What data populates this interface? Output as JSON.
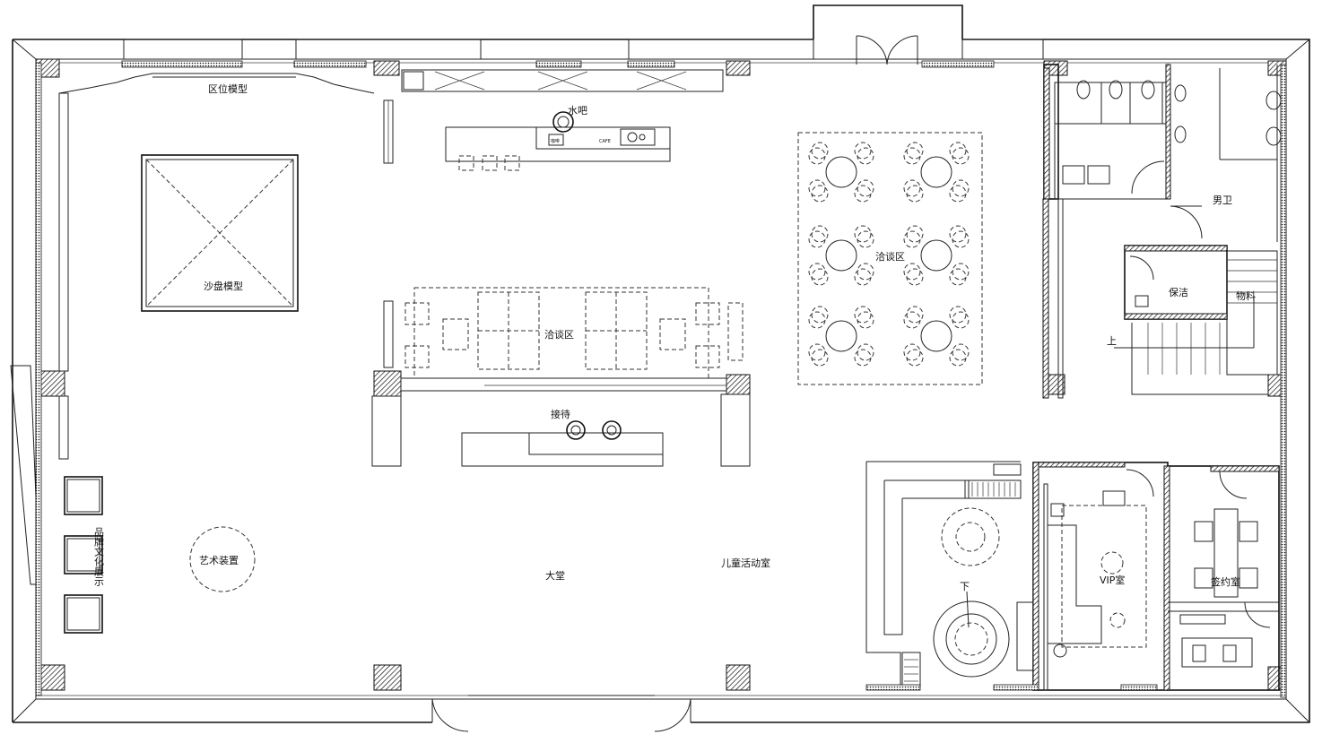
{
  "labels": {
    "zone_model": "区位模型",
    "water_bar": "水吧",
    "sand_table": "沙盘模型",
    "nego_center": "洽谈区",
    "nego_right": "洽谈区",
    "reception": "接待",
    "art_install": "艺术装置",
    "lobby": "大堂",
    "kids_room": "儿童活动室",
    "brand_wall": "品牌文化展示",
    "mens_wc": "男卫",
    "cleaning": "保洁",
    "materials": "物料",
    "up": "上",
    "down": "下",
    "vip": "VIP室",
    "signing": "签约室",
    "counter_a": "咖啡",
    "counter_b": "CAFE"
  }
}
